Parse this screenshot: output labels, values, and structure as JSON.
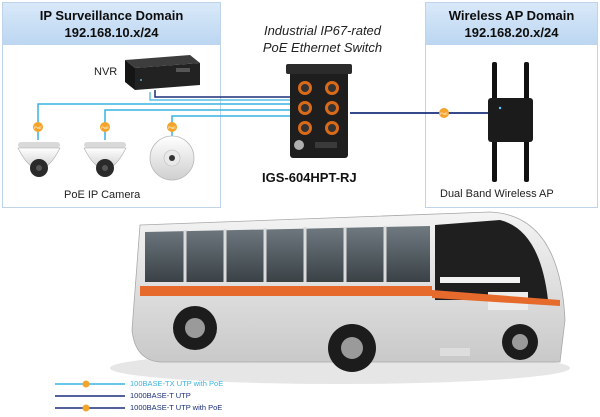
{
  "left_domain": {
    "title": "IP Surveillance Domain",
    "subnet": "192.168.10.x/24"
  },
  "right_domain": {
    "title": "Wireless AP Domain",
    "subnet": "192.168.20.x/24"
  },
  "switch": {
    "title_line1": "Industrial IP67-rated",
    "title_line2": "PoE Ethernet Switch",
    "model": "IGS-604HPT-RJ"
  },
  "devices": {
    "nvr": "NVR",
    "camera": "PoE IP Camera",
    "ap": "Dual Band Wireless AP"
  },
  "poe_badge": "PoE",
  "legend": [
    {
      "label": "100BASE-TX UTP with PoE",
      "color": "#39b4e0",
      "badge": true
    },
    {
      "label": "1000BASE-T UTP",
      "color": "#1a2f7a",
      "badge": false
    },
    {
      "label": "1000BASE-T UTP with PoE",
      "color": "#1a2f7a",
      "badge": true
    }
  ],
  "colors": {
    "cable_poe": "#39b4e0",
    "cable_gbe": "#1a2f7a",
    "poe_badge": "#f4a42a",
    "header": "#c9dff5"
  }
}
